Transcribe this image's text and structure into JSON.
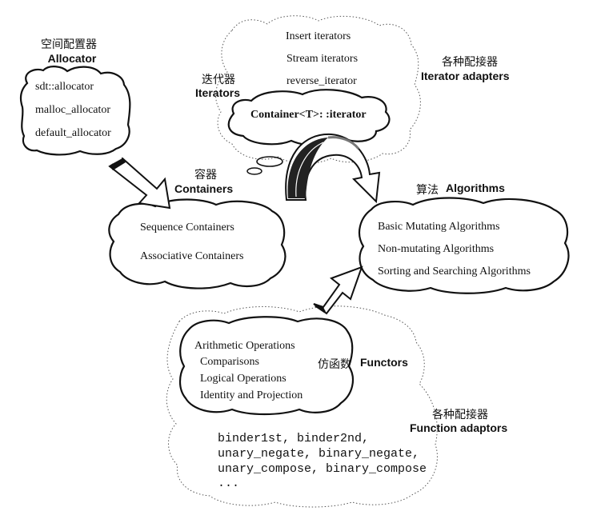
{
  "allocator": {
    "title_zh": "空间配置器",
    "title_en": "Allocator",
    "items": [
      "sdt::allocator",
      "malloc_allocator",
      "default_allocator"
    ]
  },
  "iterators": {
    "title_zh": "迭代器",
    "title_en": "Iterators",
    "core": "Container<T>: :iterator"
  },
  "iterator_adapters": {
    "title_zh": "各种配接器",
    "title_en": "Iterator adapters",
    "items": [
      "Insert iterators",
      "Stream iterators",
      "reverse_iterator"
    ]
  },
  "containers": {
    "title_zh": "容器",
    "title_en": "Containers",
    "items": [
      "Sequence Containers",
      "Associative Containers"
    ]
  },
  "algorithms": {
    "title_zh": "算法",
    "title_en": "Algorithms",
    "items": [
      "Basic Mutating Algorithms",
      "Non-mutating Algorithms",
      "Sorting and Searching Algorithms"
    ]
  },
  "functors": {
    "title_zh": "仿函数",
    "title_en": "Functors",
    "items": [
      "Arithmetic Operations",
      "Comparisons",
      "Logical Operations",
      "Identity and Projection"
    ]
  },
  "function_adaptors": {
    "title_zh": "各种配接器",
    "title_en": "Function adaptors",
    "code_lines": [
      "binder1st, binder2nd,",
      "unary_negate, binary_negate,",
      "unary_compose, binary_compose",
      "..."
    ]
  },
  "colors": {
    "ink": "#111111",
    "dotted": "#555555",
    "paper": "#ffffff"
  }
}
